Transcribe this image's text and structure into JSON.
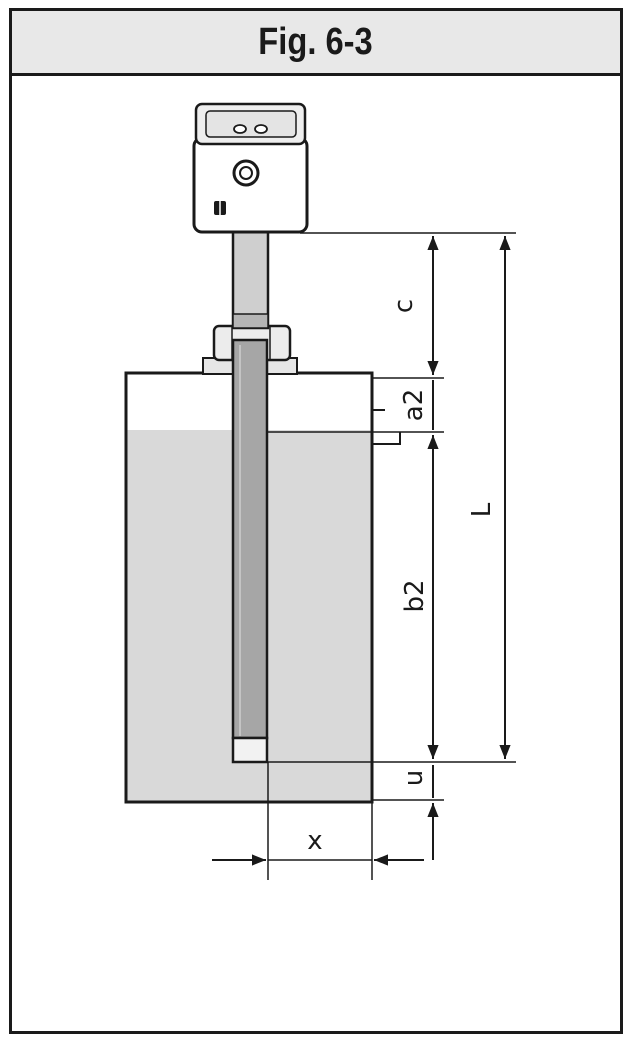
{
  "figure": {
    "title": "Fig. 6-3"
  },
  "dimensions": {
    "c": "c",
    "a2": "a2",
    "L": "L",
    "b2": "b2",
    "u": "u",
    "x": "x"
  },
  "colors": {
    "line": "#1a1a1a",
    "liquid": "#d9d9d9",
    "probe": "#a6a6a6",
    "header_bg": "#e8e8e8"
  }
}
